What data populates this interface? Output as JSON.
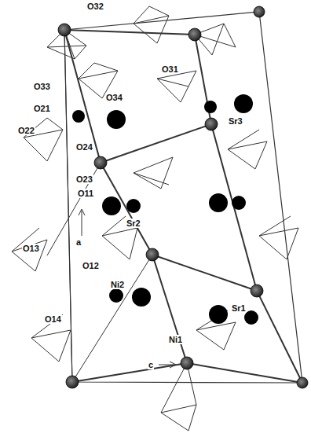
{
  "diagram": {
    "labels": [
      "O32",
      "O31",
      "O33",
      "O21",
      "O34",
      "O22",
      "O24",
      "Sr3",
      "O23",
      "O11",
      "a",
      "Sr2",
      "O13",
      "O12",
      "Ni2",
      "O14",
      "Sr1",
      "Ni1",
      "c"
    ]
  }
}
